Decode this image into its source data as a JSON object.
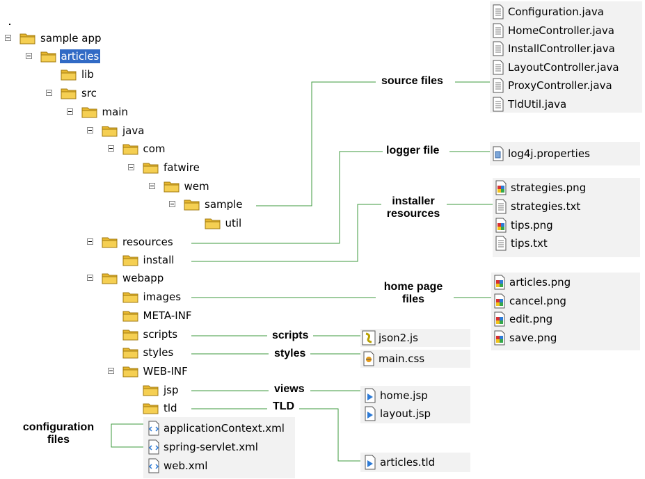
{
  "tree": {
    "nodes": [
      {
        "id": "sample-app",
        "label": "sample app",
        "expanded": true,
        "selected": false
      },
      {
        "id": "articles",
        "label": "articles",
        "expanded": true,
        "selected": true
      },
      {
        "id": "lib",
        "label": "lib",
        "expanded": false,
        "selected": false
      },
      {
        "id": "src",
        "label": "src",
        "expanded": true,
        "selected": false
      },
      {
        "id": "main",
        "label": "main",
        "expanded": true,
        "selected": false
      },
      {
        "id": "java",
        "label": "java",
        "expanded": true,
        "selected": false
      },
      {
        "id": "com",
        "label": "com",
        "expanded": true,
        "selected": false
      },
      {
        "id": "fatwire",
        "label": "fatwire",
        "expanded": true,
        "selected": false
      },
      {
        "id": "wem",
        "label": "wem",
        "expanded": true,
        "selected": false
      },
      {
        "id": "sample",
        "label": "sample",
        "expanded": true,
        "selected": false
      },
      {
        "id": "util",
        "label": "util",
        "expanded": false,
        "selected": false
      },
      {
        "id": "resources",
        "label": "resources",
        "expanded": true,
        "selected": false
      },
      {
        "id": "install",
        "label": "install",
        "expanded": false,
        "selected": false
      },
      {
        "id": "webapp",
        "label": "webapp",
        "expanded": true,
        "selected": false
      },
      {
        "id": "images",
        "label": "images",
        "expanded": false,
        "selected": false
      },
      {
        "id": "meta-inf",
        "label": "META-INF",
        "expanded": false,
        "selected": false
      },
      {
        "id": "scripts",
        "label": "scripts",
        "expanded": false,
        "selected": false
      },
      {
        "id": "styles",
        "label": "styles",
        "expanded": false,
        "selected": false
      },
      {
        "id": "web-inf",
        "label": "WEB-INF",
        "expanded": true,
        "selected": false
      },
      {
        "id": "jsp",
        "label": "jsp",
        "expanded": false,
        "selected": false
      },
      {
        "id": "tld",
        "label": "tld",
        "expanded": false,
        "selected": false
      }
    ]
  },
  "callouts": {
    "source_files": "source files",
    "logger_file": "logger file",
    "installer_resources_1": "installer",
    "installer_resources_2": "resources",
    "home_page_files_1": "home page",
    "home_page_files_2": "files",
    "scripts": "scripts",
    "styles": "styles",
    "views": "views",
    "tld": "TLD",
    "configuration_files_1": "configuration",
    "configuration_files_2": "files"
  },
  "file_groups": {
    "source_files": [
      {
        "name": "Configuration.java",
        "icon": "text-file-icon"
      },
      {
        "name": "HomeController.java",
        "icon": "text-file-icon"
      },
      {
        "name": "InstallController.java",
        "icon": "text-file-icon"
      },
      {
        "name": "LayoutController.java",
        "icon": "text-file-icon"
      },
      {
        "name": "ProxyController.java",
        "icon": "text-file-icon"
      },
      {
        "name": "TldUtil.java",
        "icon": "text-file-icon"
      }
    ],
    "logger_file": [
      {
        "name": "log4j.properties",
        "icon": "properties-file-icon"
      }
    ],
    "installer_resources": [
      {
        "name": "strategies.png",
        "icon": "image-file-icon"
      },
      {
        "name": "strategies.txt",
        "icon": "text-file-icon"
      },
      {
        "name": "tips.png",
        "icon": "image-file-icon"
      },
      {
        "name": "tips.txt",
        "icon": "text-file-icon"
      }
    ],
    "home_page_files": [
      {
        "name": "articles.png",
        "icon": "image-file-icon"
      },
      {
        "name": "cancel.png",
        "icon": "image-file-icon"
      },
      {
        "name": "edit.png",
        "icon": "image-file-icon"
      },
      {
        "name": "save.png",
        "icon": "image-file-icon"
      }
    ],
    "scripts": [
      {
        "name": "json2.js",
        "icon": "script-file-icon"
      }
    ],
    "styles": [
      {
        "name": "main.css",
        "icon": "css-file-icon"
      }
    ],
    "views": [
      {
        "name": "home.jsp",
        "icon": "jsp-file-icon"
      },
      {
        "name": "layout.jsp",
        "icon": "jsp-file-icon"
      }
    ],
    "tld": [
      {
        "name": "articles.tld",
        "icon": "jsp-file-icon"
      }
    ],
    "configuration_files": [
      {
        "name": "applicationContext.xml",
        "icon": "xml-file-icon"
      },
      {
        "name": "spring-servlet.xml",
        "icon": "xml-file-icon"
      },
      {
        "name": "web.xml",
        "icon": "xml-file-icon"
      }
    ]
  },
  "colors": {
    "connector": "#3c9a3c",
    "selection": "#316ac5",
    "folder": "#f5cf52",
    "panel": "#f2f2f2"
  }
}
